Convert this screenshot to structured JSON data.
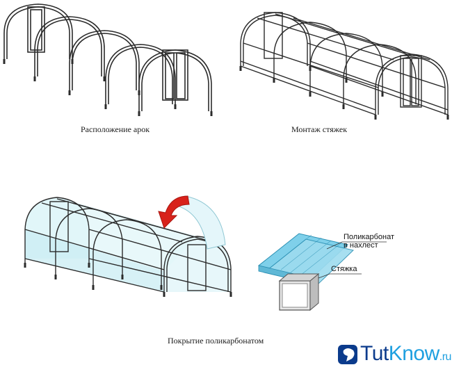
{
  "panels": {
    "arches_caption": "Расположение арок",
    "ties_caption": "Монтаж стяжек",
    "cover_caption": "Покрытие поликарбонатом"
  },
  "detail": {
    "polycarbonate_label_1": "Поликарбонат",
    "polycarbonate_label_2": "в нахлест",
    "tie_label": "Стяжка"
  },
  "logo": {
    "part1": "Tut",
    "part2": "Know",
    "suffix": ".ru"
  },
  "colors": {
    "frame": "#2b2b2b",
    "film": "#cfeef4",
    "arrow": "#d8221b",
    "logo_dark": "#0b3b8c",
    "logo_light": "#1fa0e0"
  }
}
